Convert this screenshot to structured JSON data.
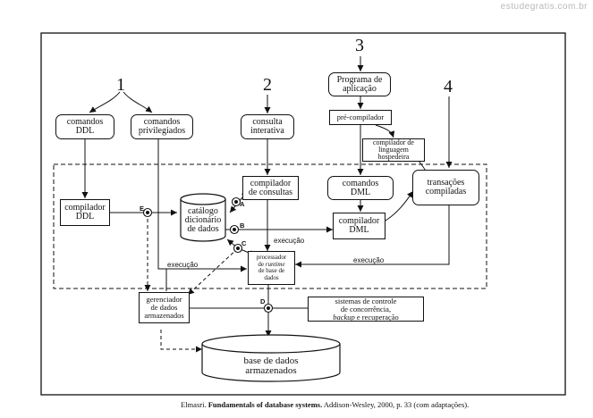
{
  "watermark": "estudegratis.com.br",
  "numbers": {
    "n1": "1",
    "n2": "2",
    "n3": "3",
    "n4": "4"
  },
  "boxes": {
    "comandos_ddl": [
      "comandos",
      "DDL"
    ],
    "comandos_privilegiados": [
      "comandos",
      "privilegiados"
    ],
    "consulta_interativa": [
      "consulta",
      "interativa"
    ],
    "programa_aplicacao": [
      "Programa de",
      "aplicação"
    ],
    "pre_compilador": "pré-compilador",
    "compilador_linguagem": [
      "compilador de",
      "linguagem",
      "hospedeira"
    ],
    "transacoes_compiladas": [
      "transações",
      "compiladas"
    ],
    "compilador_ddl": [
      "compilador",
      "DDL"
    ],
    "catalogo": [
      "catálogo",
      "dicionário",
      "de dados"
    ],
    "compilador_consultas": [
      "compilador",
      "de consultas"
    ],
    "comandos_dml": [
      "comandos",
      "DML"
    ],
    "compilador_dml": [
      "compilador",
      "DML"
    ],
    "processador": {
      "l1": "processador",
      "l2": "de",
      "l3_italic": "runtime",
      "l4": "de base de",
      "l5": "dados"
    },
    "gerenciador": [
      "gerenciador",
      "de dados",
      "armazenados"
    ],
    "sistemas_controle": {
      "l1": "sistemas de controle",
      "l2": "de concorrência,",
      "l3_italic": "backup",
      "l3_rest": " e recuperação"
    },
    "base_dados": [
      "base de dados",
      "armazenados"
    ]
  },
  "labels": {
    "execucao_left": "execução",
    "execucao_mid": "execução",
    "execucao_right": "execução"
  },
  "points": {
    "A": "A",
    "B": "B",
    "C": "C",
    "D": "D",
    "E": "E"
  },
  "caption": {
    "author": "Elmasri.",
    "title": "Fundamentals of database systems.",
    "rest": "Addison-Wesley, 2000, p. 33 (com adaptações)."
  }
}
